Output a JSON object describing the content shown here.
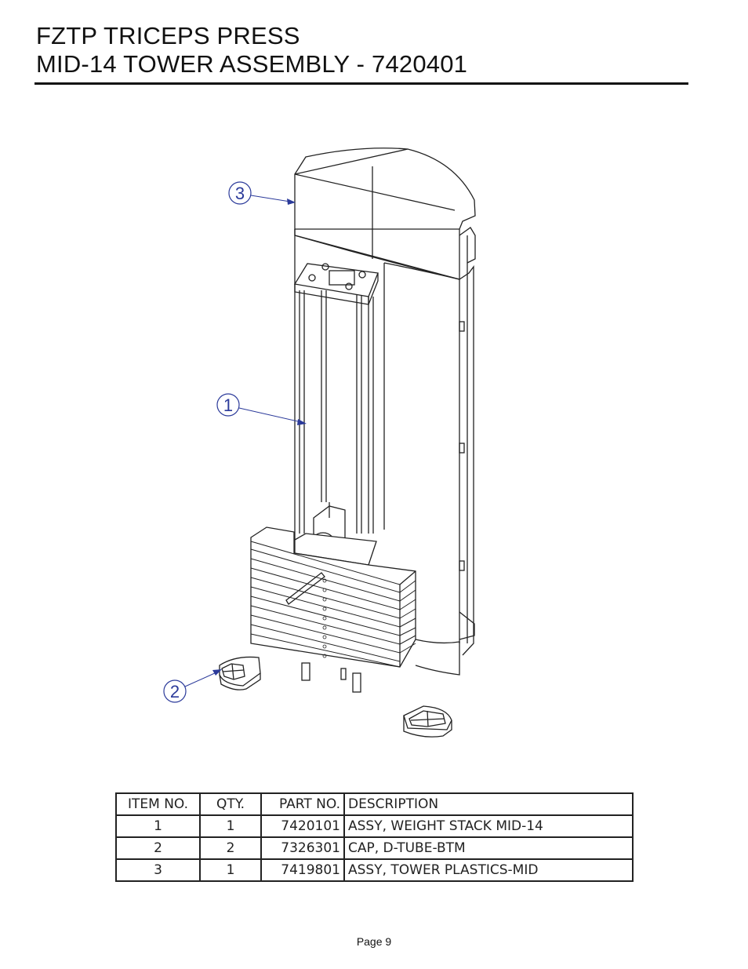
{
  "header": {
    "title_line1": "FZTP TRICEPS PRESS",
    "title_line2": "MID-14 TOWER ASSEMBLY - 7420401"
  },
  "callouts": [
    "3",
    "1",
    "2"
  ],
  "bom": {
    "headers": [
      "ITEM NO.",
      "QTY.",
      "PART NO.",
      "DESCRIPTION"
    ],
    "rows": [
      [
        "1",
        "1",
        "7420101",
        "ASSY, WEIGHT STACK MID-14"
      ],
      [
        "2",
        "2",
        "7326301",
        "CAP, D-TUBE-BTM"
      ],
      [
        "3",
        "1",
        "7419801",
        "ASSY, TOWER PLASTICS-MID"
      ]
    ]
  },
  "footer": {
    "page": "Page 9"
  },
  "colors": {
    "callout": "#2b3a9a",
    "line": "#222222"
  }
}
